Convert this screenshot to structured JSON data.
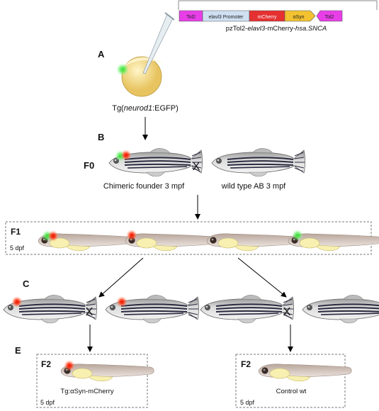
{
  "construct": {
    "segments": [
      {
        "label": "Tol2",
        "color": "#e83ee8"
      },
      {
        "label": "elavl3 Promoter",
        "color": "#cfe0f2"
      },
      {
        "label": "mCherry",
        "color": "#e53131"
      },
      {
        "label": "αSyn",
        "color": "#f2c230"
      },
      {
        "label": "Tol2",
        "color": "#e83ee8"
      }
    ],
    "name_prefix": "pzTol2-",
    "name_italic": "elavl3",
    "name_middle": "-mCherry-",
    "name_italic2": "hsa.SNCA"
  },
  "steps": {
    "a": "A",
    "b": "B",
    "c": "C",
    "e": "E",
    "f0": "F0",
    "f1": "F1",
    "f2": "F2",
    "f2b": "F2"
  },
  "embryo": {
    "label_prefix": "Tg(",
    "label_italic": "neurod1",
    "label_suffix": ":EGFP)"
  },
  "crosses": {
    "f0_x": "X",
    "c_left_x": "X",
    "c_right_x": "X"
  },
  "f0": {
    "founder": "Chimeric founder 3 mpf",
    "wildtype": "wild type AB 3 mpf"
  },
  "f1": {
    "age": "5 dpf"
  },
  "f2_left": {
    "name": "Tg:αSyn-mCherry",
    "age": "5 dpf"
  },
  "f2_right": {
    "name": "Control wt",
    "age": "5 dpf"
  },
  "colors": {
    "green_signal": "#33dd33",
    "red_signal": "#ee2200",
    "yolk": "#f7f0b0",
    "fish_body": "#c8c8c8",
    "stripe": "#2a2a40",
    "larva_body": "#d9cfc9"
  }
}
